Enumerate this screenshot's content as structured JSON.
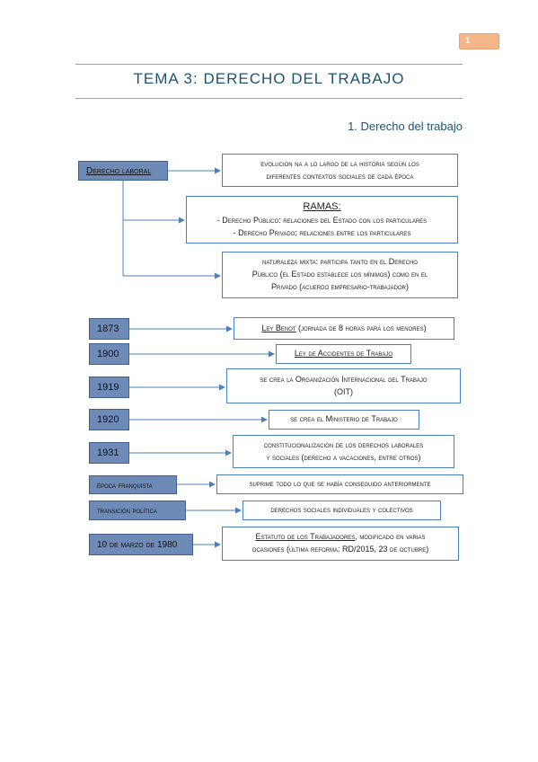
{
  "page_number": "1",
  "title": "TEMA 3: DERECHO DEL TRABAJO",
  "section": "1. Derecho del trabajo",
  "root": {
    "label": "Derecho laboral",
    "branches": [
      {
        "lines": [
          "evolucion na a lo largo de la historia según los",
          "diferentes contextos sociales de cada época"
        ]
      },
      {
        "heading": "RAMAS:",
        "lines": [
          "- Derecho Público: relaciones del Estado con los particulares",
          "- Derecho Privado: relaciones entre los particulares"
        ]
      },
      {
        "lines": [
          "naturaleza mixta: participa tanto en el Derecho",
          "Público (el Estado establece los mínimos) como en el",
          "Privado (acuerdo empresario-trabajador)"
        ]
      }
    ]
  },
  "timeline": [
    {
      "date": "1873",
      "ul": "Ley Benot",
      "rest": " (jornada de 8 horas para los menores)"
    },
    {
      "date": "1900",
      "ul": "Ley de Accidentes de Trabajo",
      "rest": ""
    },
    {
      "date": "1919",
      "lines": [
        "se crea la Organización Internacional del Trabajo",
        "(OIT)"
      ]
    },
    {
      "date": "1920",
      "lines": [
        "se crea el Ministerio de Trabajo"
      ]
    },
    {
      "date": "1931",
      "lines": [
        "constitucionalización de los derechos laborales",
        "y sociales (derecho a vacaciones, entre otros)"
      ]
    },
    {
      "date": "época franquista",
      "lines": [
        "suprime todo lo que se había conseguido anteriormente"
      ]
    },
    {
      "date": "transición política",
      "lines": [
        "derechos sociales individuales y colectivos"
      ]
    },
    {
      "date": "10 de marzo de 1980",
      "ul": "Estatuto de los Trabajadores",
      "rest": ", modificado en varias",
      "line2": "ocasiones (última reforma: RD/2015, 23 de octubre)"
    }
  ]
}
